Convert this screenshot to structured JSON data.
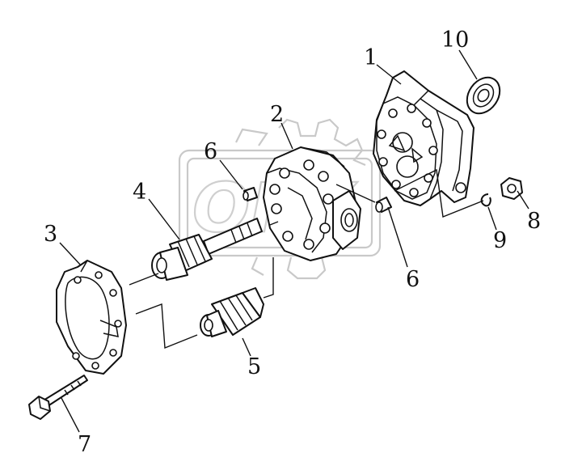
{
  "watermark": {
    "text": "ORX"
  },
  "callouts": [
    {
      "id": "c1",
      "text": "1"
    },
    {
      "id": "c2",
      "text": "2"
    },
    {
      "id": "c3",
      "text": "3"
    },
    {
      "id": "c4",
      "text": "4"
    },
    {
      "id": "c5",
      "text": "5"
    },
    {
      "id": "c6a",
      "text": "6"
    },
    {
      "id": "c6b",
      "text": "6"
    },
    {
      "id": "c7",
      "text": "7"
    },
    {
      "id": "c8",
      "text": "8"
    },
    {
      "id": "c9",
      "text": "9"
    },
    {
      "id": "c10",
      "text": "10"
    }
  ]
}
